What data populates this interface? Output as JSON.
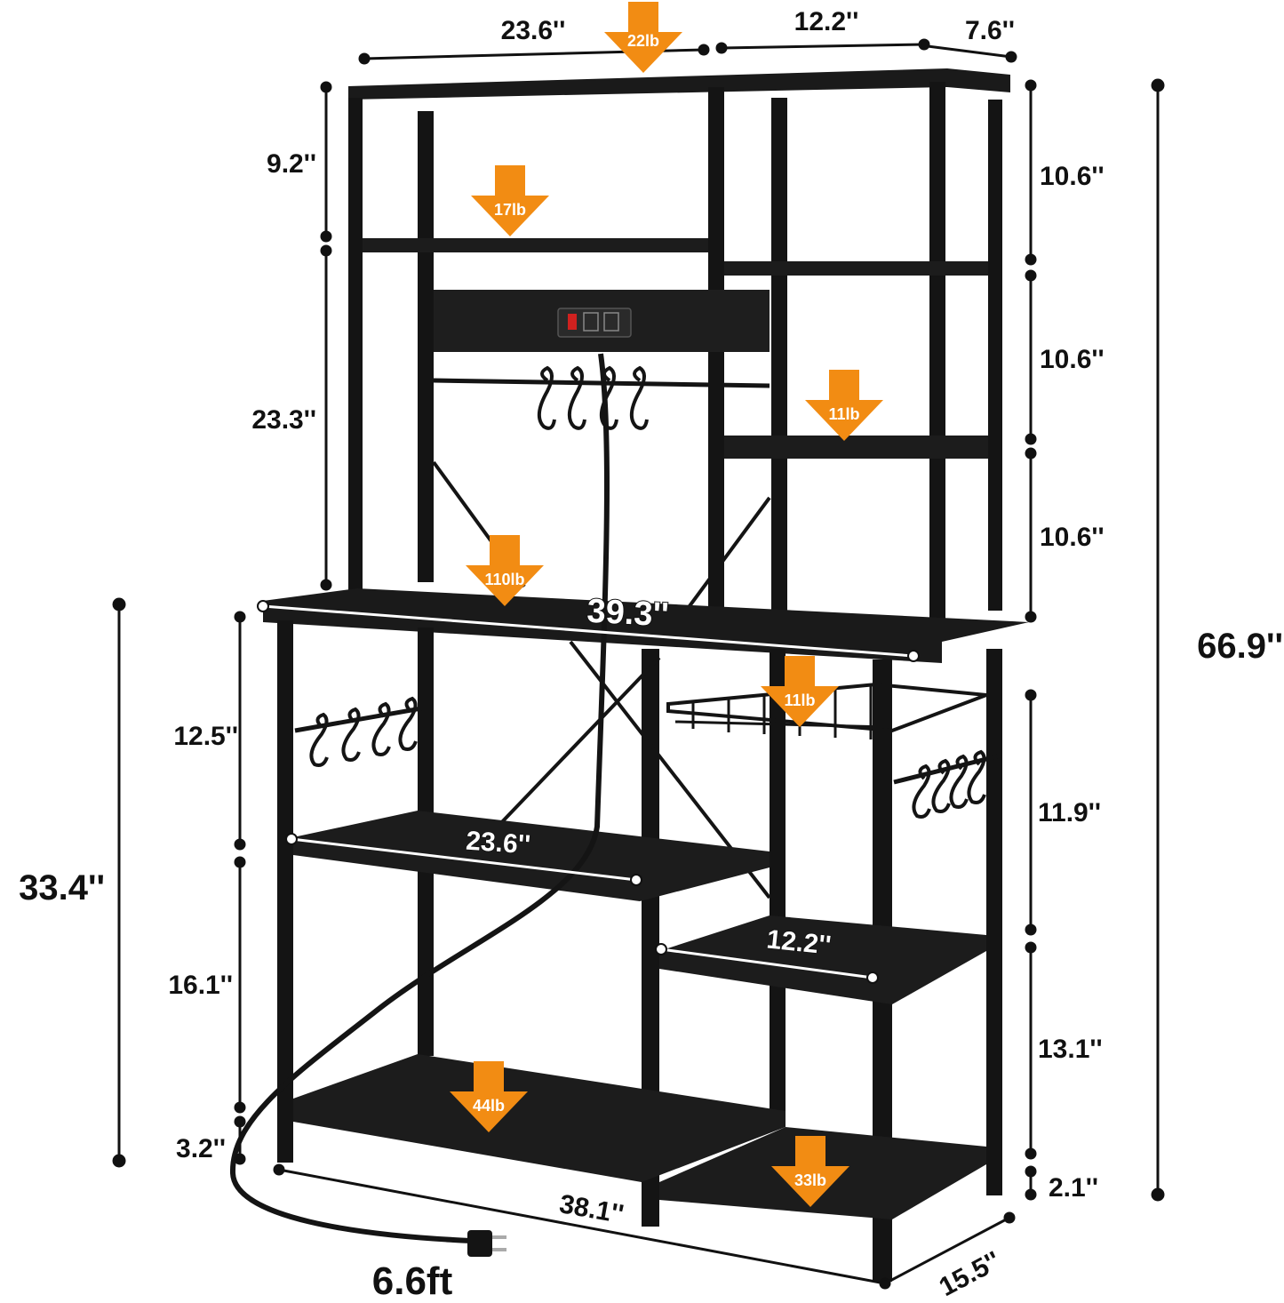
{
  "top_dims": {
    "left_width": "23.6''",
    "right_width": "12.2''",
    "depth": "7.6''"
  },
  "left_heights": {
    "top_gap": "9.2''",
    "hutch": "23.3''"
  },
  "right_heights": {
    "shelf1": "10.6''",
    "shelf2": "10.6''",
    "shelf3": "10.6''",
    "total": "66.9''"
  },
  "base_left": {
    "total": "33.4''",
    "upper": "12.5''",
    "middle": "16.1''",
    "bottom": "3.2''"
  },
  "base_right": {
    "upper": "11.9''",
    "middle": "13.1''",
    "bottom": "2.1''"
  },
  "widths": {
    "countertop": "39.3''",
    "left_shelf": "23.6''",
    "right_shelf": "12.2''",
    "base_width": "38.1''",
    "base_depth": "15.5''"
  },
  "cord_length": "6.6ft",
  "loads": {
    "top": "22lb",
    "hutch_shelf": "17lb",
    "side_shelf": "11lb",
    "countertop": "110lb",
    "basket": "11lb",
    "bottom_left": "44lb",
    "bottom_right": "33lb"
  },
  "colors": {
    "frame": "#141414",
    "wood": "#1c1c1c",
    "arrow": "#f28c13",
    "dim_line": "#111111"
  }
}
